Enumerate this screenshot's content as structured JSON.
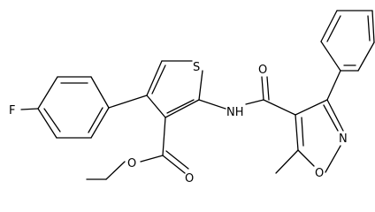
{
  "molecule": {
    "atoms": {
      "fluorine": "F",
      "sulfur": "S",
      "amide_nitrogen": "NH",
      "isoxazole_nitrogen": "N",
      "isoxazole_oxygen": "O",
      "amide_oxygen": "O",
      "ester_carbonyl_oxygen": "O",
      "ester_alkoxy_oxygen": "O"
    },
    "colors": {
      "bond": "#000000",
      "label": "#000000",
      "background": "#ffffff"
    }
  }
}
